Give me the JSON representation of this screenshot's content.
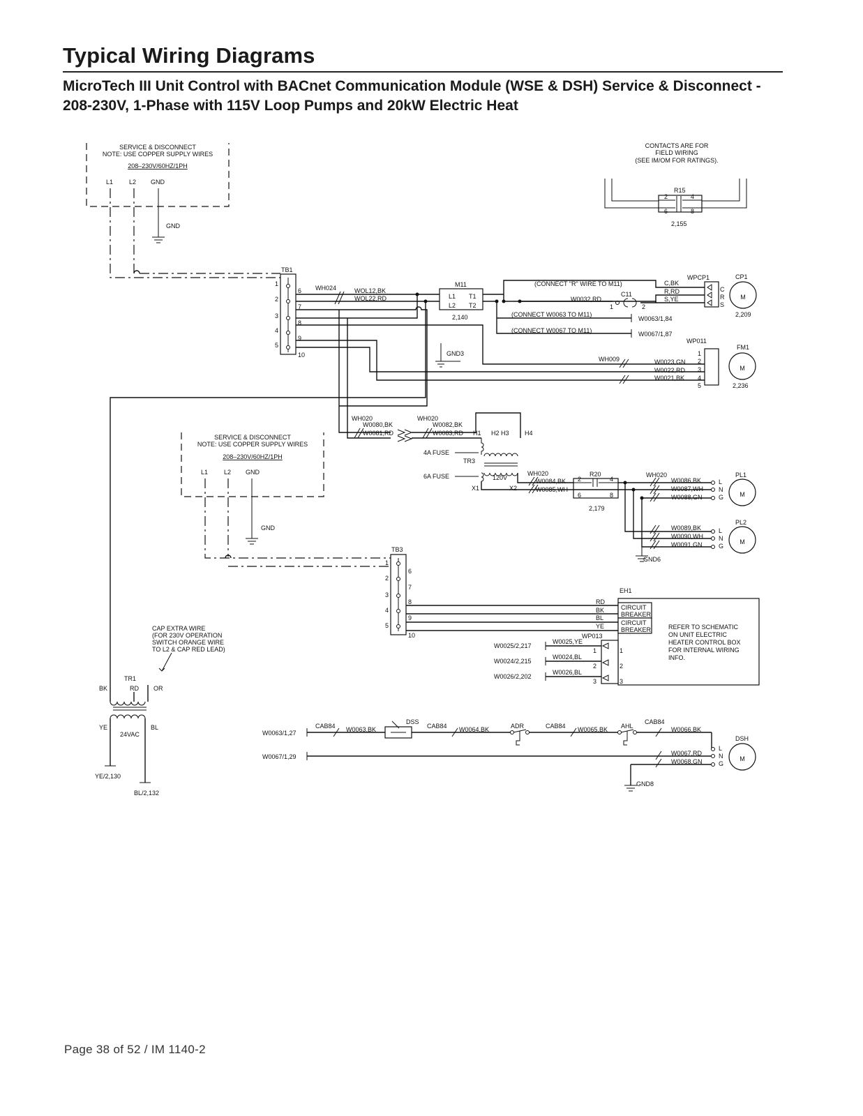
{
  "header": {
    "title": "Typical Wiring Diagrams",
    "subtitle": "MicroTech III Unit Control with BACnet Communication Module (WSE & DSH) Service & Disconnect - 208-230V, 1-Phase with 115V Loop Pumps and 20kW Electric Heat"
  },
  "footer": {
    "page": "Page 38 of 52 / IM 1140-2"
  },
  "disconnect_main": {
    "line1": "SERVICE & DISCONNECT",
    "line2": "NOTE: USE COPPER SUPPLY WIRES",
    "rating": "208–230V/60HZ/1PH",
    "l1": "L1",
    "l2": "L2",
    "gnd": "GND",
    "gnd2": "GND"
  },
  "disconnect_heat": {
    "line1": "SERVICE & DISCONNECT",
    "line2": "NOTE: USE COPPER SUPPLY WIRES",
    "rating": "208–230V/60HZ/1PH",
    "l1": "L1",
    "l2": "L2",
    "gnd": "GND",
    "gnd2": "GND"
  },
  "contacts_note": {
    "line1": "CONTACTS ARE FOR",
    "line2": "FIELD WIRING",
    "line3": "(SEE IM/OM FOR RATINGS).",
    "relay": "R15",
    "p2": "2",
    "p4": "4",
    "p6": "6",
    "p8": "8",
    "ref": "2,155"
  },
  "tb1": {
    "label": "TB1",
    "nums": [
      "1",
      "2",
      "3",
      "4",
      "5",
      "6",
      "7",
      "8",
      "9",
      "10"
    ]
  },
  "tb3": {
    "label": "TB3",
    "nums": [
      "1",
      "2",
      "3",
      "4",
      "5",
      "6",
      "7",
      "8",
      "9",
      "10"
    ]
  },
  "wires": {
    "wh024": "WH024",
    "wol12": "WOL12,BK",
    "wol22": "WOL22,RD",
    "m11": "M11",
    "m11_l1": "L1",
    "m11_l2": "L2",
    "m11_t1": "T1",
    "m11_t2": "T2",
    "m11_ref": "2,140",
    "connect_r": "(CONNECT \"R\" WIRE TO M11)",
    "w0032": "W0032,RD",
    "c11": "C11",
    "c11_1": "1",
    "c11_2": "2",
    "connect_63": "(CONNECT W0063 TO M11)",
    "connect_67": "(CONNECT W0067 TO M11)",
    "w0063_184": "W0063/1,84",
    "w0067_187": "W0067/1,87",
    "cbk": "C,BK",
    "rrd": "R,RD",
    "sye": "S,YE",
    "wpcp1": "WPCP1",
    "cp1": "CP1",
    "cp1_c": "C",
    "cp1_r": "R",
    "cp1_s": "S",
    "cp1_ref": "2,209",
    "wp011": "WP011",
    "fm1": "FM1",
    "gnd3": "GND3",
    "wh009": "WH009",
    "w0023": "W0023,GN",
    "w0022": "W0022,RD",
    "w0021": "W0021,BK",
    "fm1_pins": [
      "1",
      "2",
      "3",
      "4",
      "5"
    ],
    "fm1_ref": "2,236",
    "wh020a": "WH020",
    "w0080": "W0080,BK",
    "w0081": "W0081,RD",
    "wh020b": "WH020",
    "w0082": "W0082,BK",
    "w0083": "W0083,RD",
    "h1": "H1",
    "h2h3": "H2 H3",
    "h4": "H4",
    "fuse4": "4A FUSE",
    "tr3": "TR3",
    "fuse6": "6A FUSE",
    "v120": "120V",
    "x1": "X1",
    "x2": "X2",
    "wh020c": "WH020",
    "w0084": "W0084,BK",
    "w0085": "W0085,WH",
    "r20": "R20",
    "r20_2": "2",
    "r20_4": "4",
    "r20_6": "6",
    "r20_8": "8",
    "r20_ref": "2,179",
    "wh020d": "WH020",
    "w0086": "W0086,BK",
    "w0087": "W0087,WH",
    "w0088": "W0088,GN",
    "pl1": "PL1",
    "w0089": "W0089,BK",
    "w0090": "W0090,WH",
    "w0091": "W0091,GN",
    "pl2": "PL2",
    "gnd6": "GND6",
    "lng": [
      "L",
      "N",
      "G"
    ],
    "eh1": "EH1",
    "rd": "RD",
    "bk": "BK",
    "bl": "BL",
    "ye": "YE",
    "cb1": "CIRCUIT",
    "cb1b": "BREAKER",
    "cb2": "CIRCUIT",
    "cb2b": "BREAKER",
    "refer": [
      "REFER TO SCHEMATIC",
      "ON UNIT ELECTRIC",
      "HEATER CONTROL BOX",
      "FOR INTERNAL WIRING",
      "INFO."
    ],
    "wp013": "WP013",
    "w0025_ref": "W0025/2,217",
    "w0025": "W0025,YE",
    "w0024_ref": "W0024/2,215",
    "w0024": "W0024,BL",
    "w0026_ref": "W0026/2,202",
    "w0026": "W0026,BL",
    "wp013_pins": [
      "1",
      "2",
      "3"
    ],
    "cap_note": [
      "CAP EXTRA WIRE",
      "(FOR 230V OPERATION",
      "SWITCH ORANGE WIRE",
      "TO L2 & CAP RED LEAD)"
    ],
    "tr1": "TR1",
    "bk_tr": "BK",
    "rd_tr": "RD",
    "or_tr": "OR",
    "ye_tr": "YE",
    "bl_tr": "BL",
    "v24": "24VAC",
    "ye_ref": "YE/2,130",
    "bl_ref": "BL/2,132",
    "w0063_127": "W0063/1,27",
    "cab84a": "CAB84",
    "w0063bk": "W0063,BK",
    "dss": "DSS",
    "cab84b": "CAB84",
    "w0064": "W0064,BK",
    "adr": "ADR",
    "cab84c": "CAB84",
    "w0065": "W0065,BK",
    "ahl": "AHL",
    "cab84d": "CAB84",
    "w0066": "W0066,BK",
    "dsh": "DSH",
    "w0067_129": "W0067/1,29",
    "w0067rd": "W0067,RD",
    "w0068": "W0068,GN",
    "gnd8": "GND8",
    "motor": "M"
  }
}
